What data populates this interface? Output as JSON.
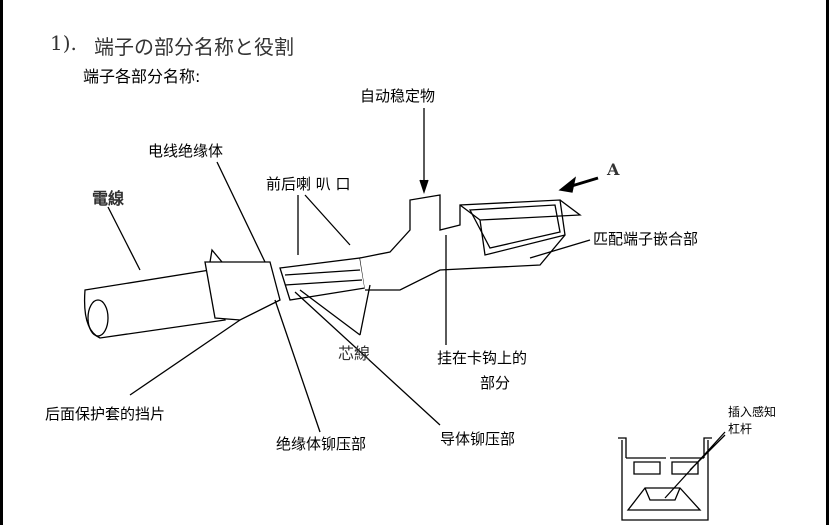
{
  "heading": {
    "number": "1).",
    "title": "端子の部分名称と役割"
  },
  "subtitle": "端子各部分名称:",
  "labels": {
    "auto_stabilizer": "自动稳定物",
    "wire_insulation": "电线绝缘体",
    "bellmouth": "前后喇 叭 口",
    "wire": "電線",
    "mating_section": "匹配端子嵌合部",
    "arrow_a": "A",
    "core_wire": "芯線",
    "lance_l1": "挂在卡钩上的",
    "lance_l2": "部分",
    "rear_guard": "后面保护套的挡片",
    "insulation_crimp": "绝缘体铆压部",
    "conductor_crimp": "导体铆压部",
    "sensor_l1": "插入感知",
    "sensor_l2": "杠杆"
  }
}
